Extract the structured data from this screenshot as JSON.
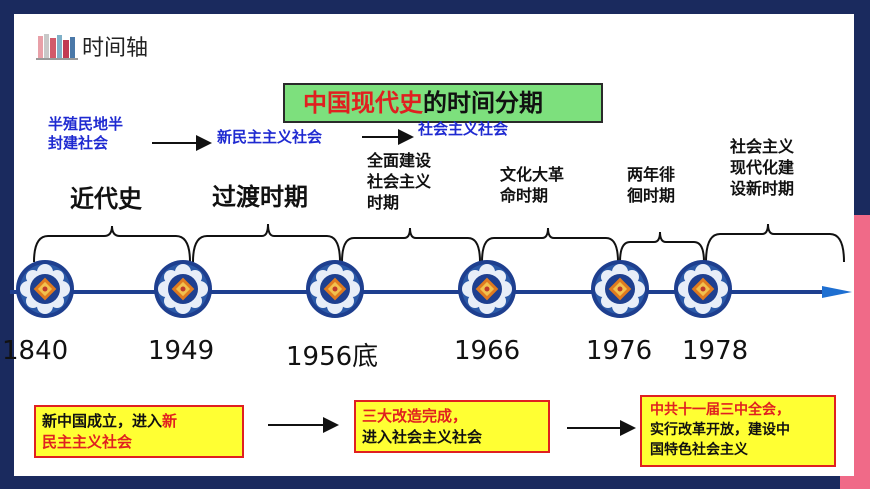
{
  "header": {
    "title": "时间轴",
    "icon": "books-icon"
  },
  "main_title": {
    "highlight": "中国现代史",
    "rest": "的时间分期"
  },
  "stages": {
    "s1_line1": "半殖民地半",
    "s1_line2": "封建社会",
    "s2": "新民主主义社会",
    "s3": "社会主义社会"
  },
  "eras": {
    "modern": "近代史",
    "transition": "过渡时期"
  },
  "periods": {
    "p1": [
      "全面建设",
      "社会主义",
      "时期"
    ],
    "p2": [
      "文化大革",
      "命时期"
    ],
    "p3": [
      "两年徘",
      "徊时期"
    ],
    "p4": [
      "社会主义",
      "现代化建",
      "设新时期"
    ]
  },
  "years": [
    "1840",
    "1949",
    "1956底",
    "1966",
    "1976",
    "1978"
  ],
  "notes": {
    "n1": {
      "plain": "新中国成立，进入",
      "red1": "新",
      "red2": "民主主义社会"
    },
    "n2": {
      "line1": "三大改造完成，",
      "line2": "进入社会主义社会"
    },
    "n3": {
      "line1": "中共十一届三中全会，",
      "line2": "实行改革开放，建设中",
      "line3": "国特色社会主义"
    }
  },
  "colors": {
    "timeline": "#1e3f8f",
    "stage_text": "#1f2ad1",
    "title_bg": "#7de07d",
    "note_bg": "#ffff33"
  }
}
